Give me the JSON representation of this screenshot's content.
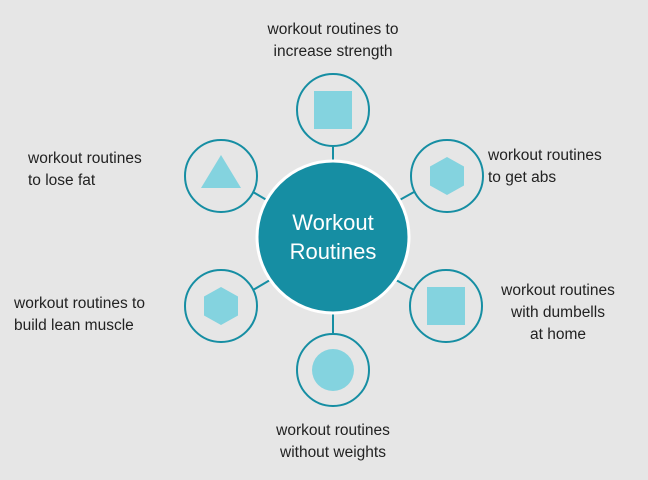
{
  "center": {
    "line1": "Workout",
    "line2": "Routines"
  },
  "nodes": [
    {
      "id": "strength",
      "shape": "square",
      "line1": "workout routines to",
      "line2": "increase strength"
    },
    {
      "id": "abs",
      "shape": "hexagon",
      "line1": "workout routines",
      "line2": "to get abs"
    },
    {
      "id": "dumbells",
      "shape": "square",
      "line1": "workout routines",
      "line2": "with dumbells",
      "line3": "at home"
    },
    {
      "id": "noweights",
      "shape": "circle",
      "line1": "workout routines",
      "line2": "without weights"
    },
    {
      "id": "leanmuscle",
      "shape": "hexagon",
      "line1": "workout routines to",
      "line2": "build lean muscle"
    },
    {
      "id": "losefat",
      "shape": "triangle",
      "line1": "workout routines",
      "line2": "to lose fat"
    }
  ],
  "colors": {
    "center": "#168ea3",
    "stroke": "#168ea3",
    "icon": "#84d3df",
    "background": "#e6e6e6"
  }
}
